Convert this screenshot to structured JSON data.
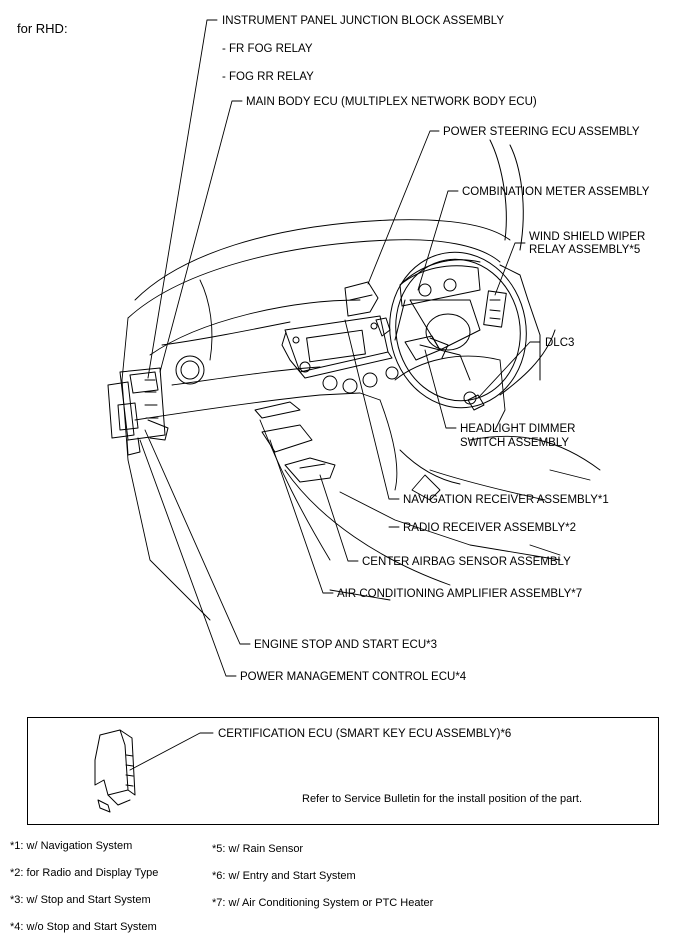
{
  "header": {
    "variant": "for RHD:"
  },
  "callouts": {
    "instrument_panel_jb": "INSTRUMENT PANEL JUNCTION BLOCK ASSEMBLY",
    "fr_fog_relay": "- FR FOG RELAY",
    "fog_rr_relay": "- FOG RR RELAY",
    "main_body_ecu": "MAIN BODY ECU (MULTIPLEX NETWORK BODY ECU)",
    "power_steering_ecu": "POWER STEERING ECU ASSEMBLY",
    "combination_meter": "COMBINATION METER ASSEMBLY",
    "wiper_relay_line1": "WIND SHIELD WIPER",
    "wiper_relay_line2": "RELAY ASSEMBLY*5",
    "dlc3": "DLC3",
    "headlight_line1": "HEADLIGHT DIMMER",
    "headlight_line2": "SWITCH ASSEMBLY",
    "navigation_receiver": "NAVIGATION RECEIVER ASSEMBLY*1",
    "radio_receiver": "RADIO RECEIVER ASSEMBLY*2",
    "center_airbag": "CENTER AIRBAG SENSOR ASSEMBLY",
    "ac_amplifier": "AIR CONDITIONING AMPLIFIER ASSEMBLY*7",
    "engine_stop_start": "ENGINE STOP AND START ECU*3",
    "power_management": "POWER MANAGEMENT CONTROL ECU*4"
  },
  "inset": {
    "label": "CERTIFICATION ECU (SMART KEY ECU ASSEMBLY)*6",
    "note": "Refer to Service Bulletin for the install position of the part."
  },
  "footnotes": {
    "left": [
      "*1: w/ Navigation System",
      "*2: for Radio and Display Type",
      "*3: w/ Stop and Start System",
      "*4: w/o Stop and Start System"
    ],
    "right": [
      "*5: w/ Rain Sensor",
      "*6: w/ Entry and Start System",
      "*7: w/ Air Conditioning System or PTC Heater"
    ]
  }
}
